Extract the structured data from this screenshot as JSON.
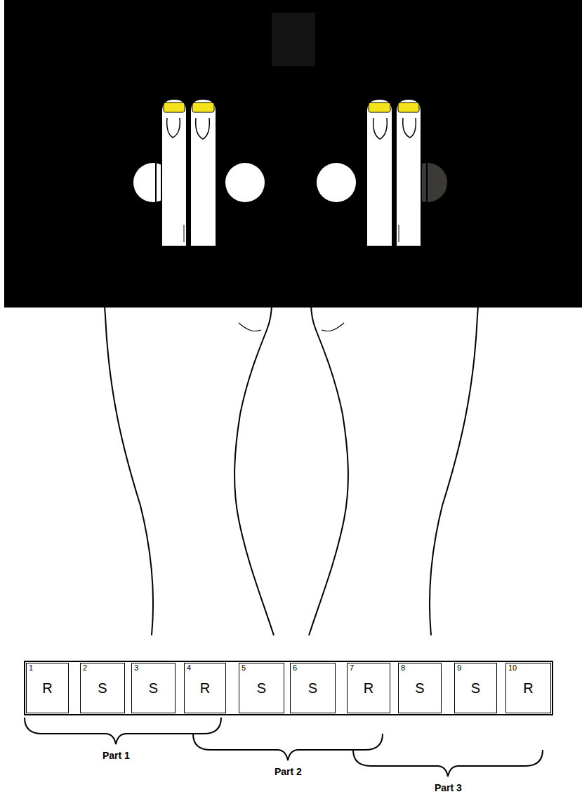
{
  "diagram": {
    "nodes": [
      {
        "text": [
          "1",
          "R"
        ]
      },
      {
        "text": [
          "2",
          "S"
        ]
      },
      {
        "text": [
          "3",
          "S"
        ]
      },
      {
        "text": [
          "4",
          "R"
        ]
      },
      {
        "text": [
          "5",
          "S"
        ]
      },
      {
        "text": [
          "6",
          "S"
        ]
      },
      {
        "text": [
          "7",
          "R"
        ]
      },
      {
        "text": [
          "8",
          "S"
        ]
      },
      {
        "text": [
          "9",
          "S"
        ]
      },
      {
        "text": [
          "10",
          "R"
        ]
      }
    ],
    "labels": [
      "Part 1",
      "Part 2",
      "Part 3"
    ]
  }
}
